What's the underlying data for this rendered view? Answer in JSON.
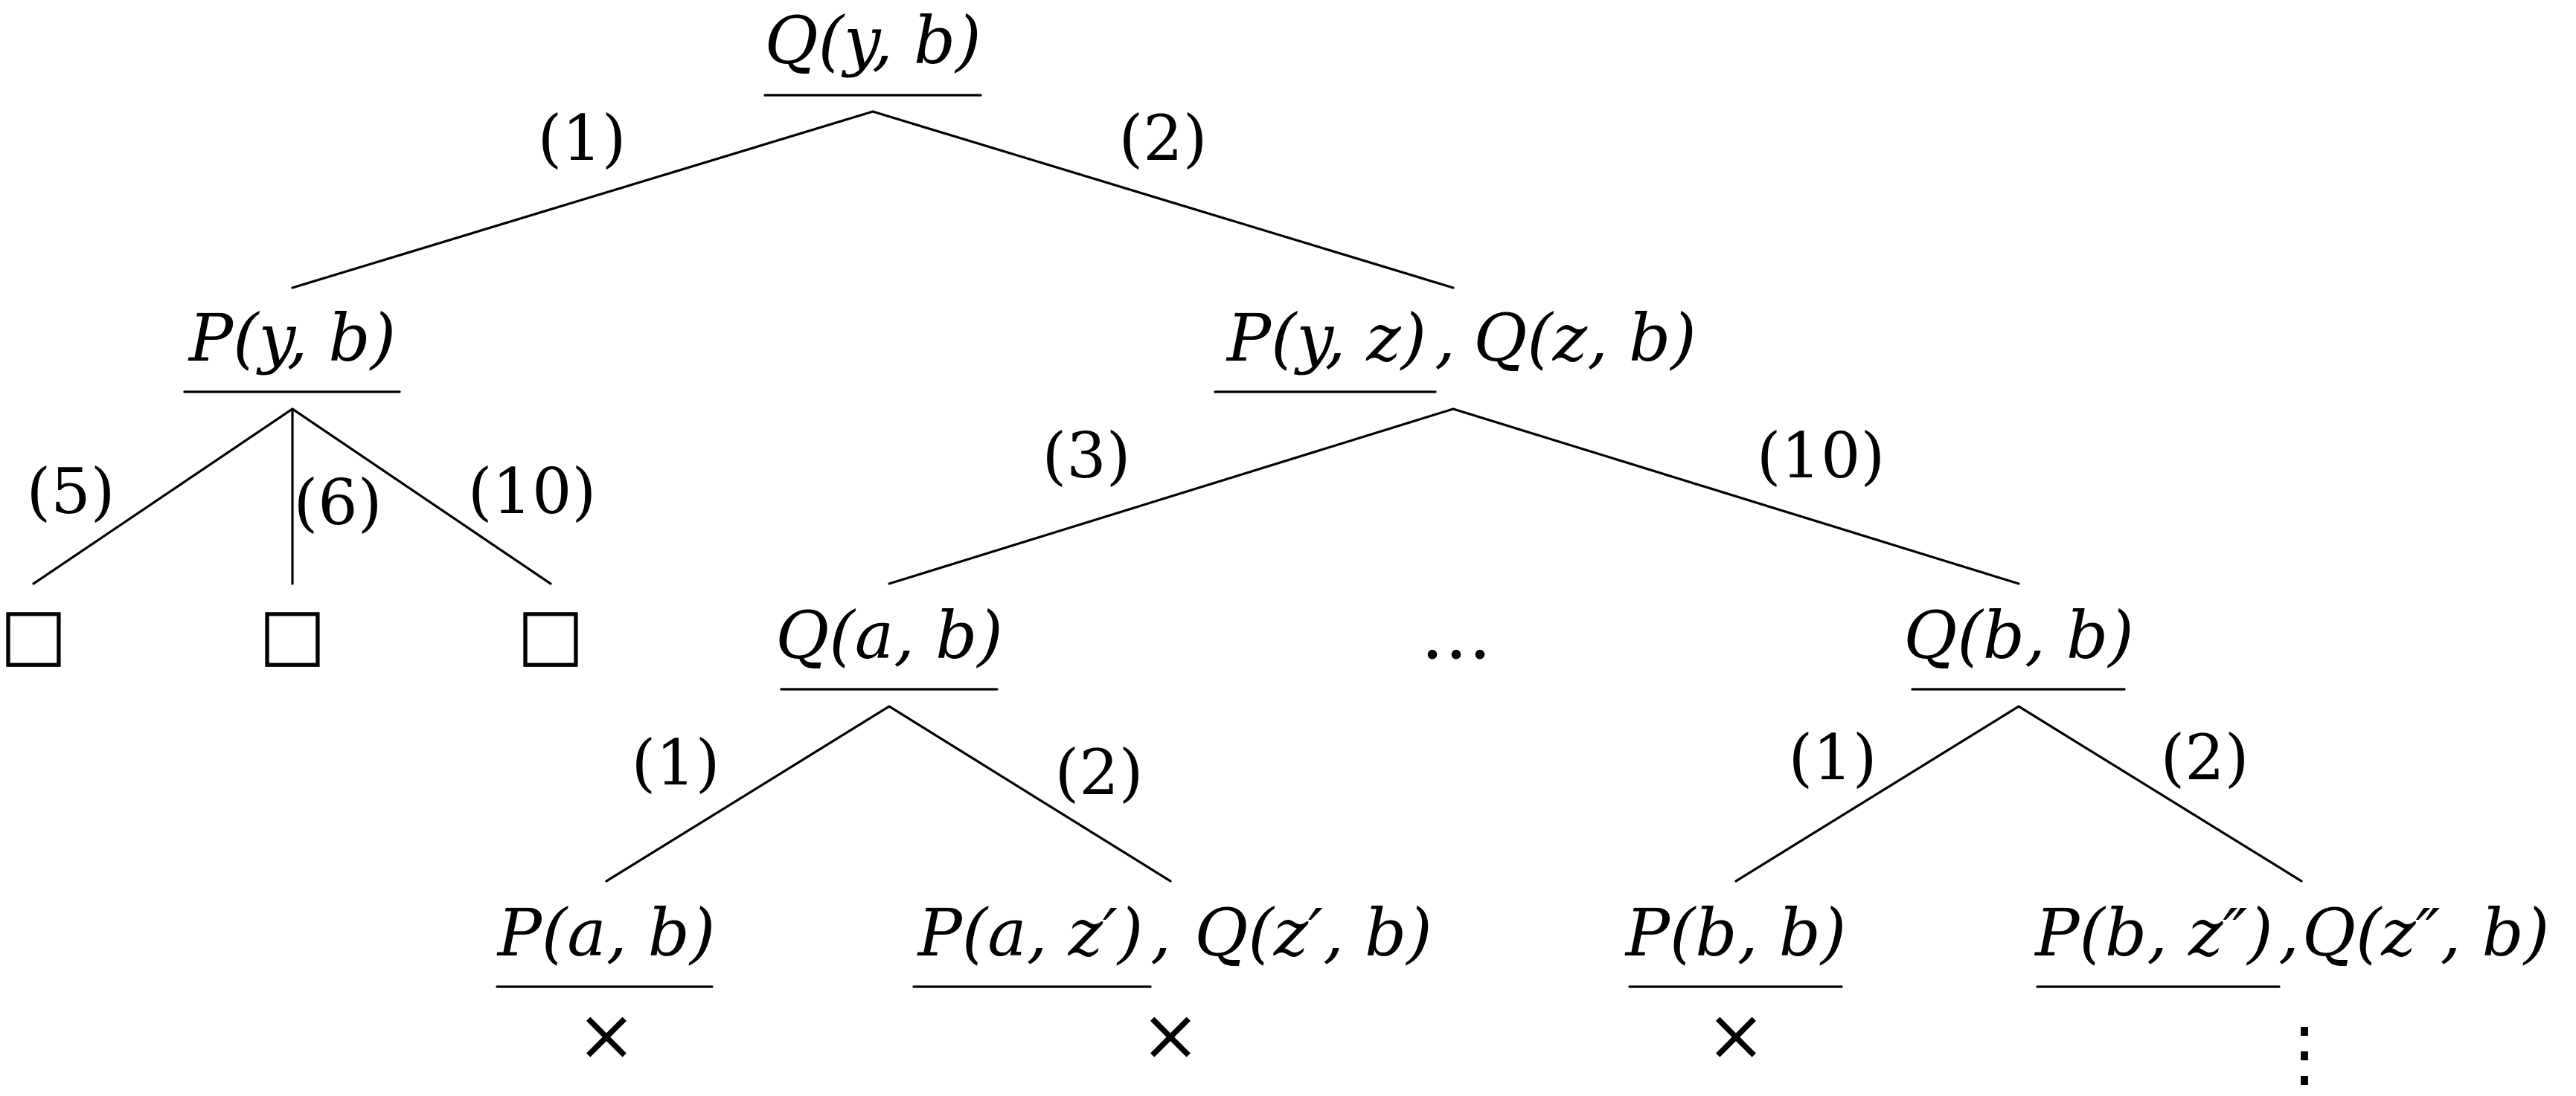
{
  "nodes": {
    "root": {
      "goal": "Q(y, b)"
    },
    "left": {
      "goal": "P(y, b)"
    },
    "right": {
      "selected": "P(y, z)",
      "sep": ",",
      "rest": "Q(z, b)"
    },
    "qab": {
      "goal": "Q(a, b)"
    },
    "qbb": {
      "goal": "Q(b, b)"
    },
    "pab": {
      "goal": "P(a, b)"
    },
    "paz": {
      "selected": "P(a, z′)",
      "sep": ",",
      "rest": "Q(z′, b)"
    },
    "pbb": {
      "goal": "P(b, b)"
    },
    "pbz": {
      "selected": "P(b, z″)",
      "sep": ",",
      "rest": "Q(z″, b)"
    }
  },
  "edges": {
    "root_left": "(1)",
    "root_right": "(2)",
    "left_1": "(5)",
    "left_2": "(6)",
    "left_3": "(10)",
    "right_qab": "(3)",
    "right_qbb": "(10)",
    "qab_pab": "(1)",
    "qab_paz": "(2)",
    "qbb_pbb": "(1)",
    "qbb_pbz": "(2)"
  },
  "leaves": {
    "success": "□",
    "failure": "×",
    "continuation": "⋮",
    "ellipsis": "…"
  }
}
